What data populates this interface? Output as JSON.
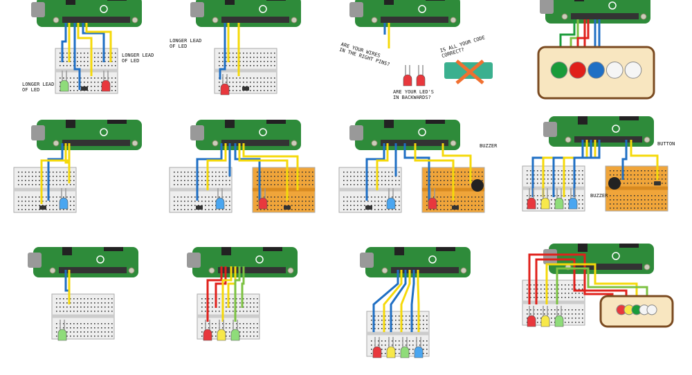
{
  "colors": {
    "pi_board": "#2e8b3a",
    "wire_blue": "#1f6fc4",
    "wire_yellow": "#f5d90a",
    "wire_red": "#e0201b",
    "wire_green": "#7cc242",
    "wire_dark_green": "#1a9b3a",
    "breadboard": "#eeeeee",
    "breadboard_orange": "#f0a53a",
    "led_red": "#e8383d",
    "led_green": "#8fdc7a",
    "led_blue": "#4aa6f0",
    "led_yellow": "#f7e84a",
    "holder": "#f8e6c0"
  },
  "labels": {
    "longer_lead_1": "LONGER LEAD\nOF LED",
    "longer_lead_2": "LONGER LEAD\nOF LED",
    "longer_lead_3": "LONGER LEAD\nOF LED",
    "wires_check": "ARE YOUR WIRES\nIN THE RIGHT PINS?",
    "code_check": "IS ALL YOUR CODE\nCORRECT?",
    "leds_check": "ARE YOUR LED'S\nIN BACKWARDS?",
    "buzzer_1": "BUZZER",
    "buzzer_2": "BUZZER",
    "button": "BUTTON"
  }
}
